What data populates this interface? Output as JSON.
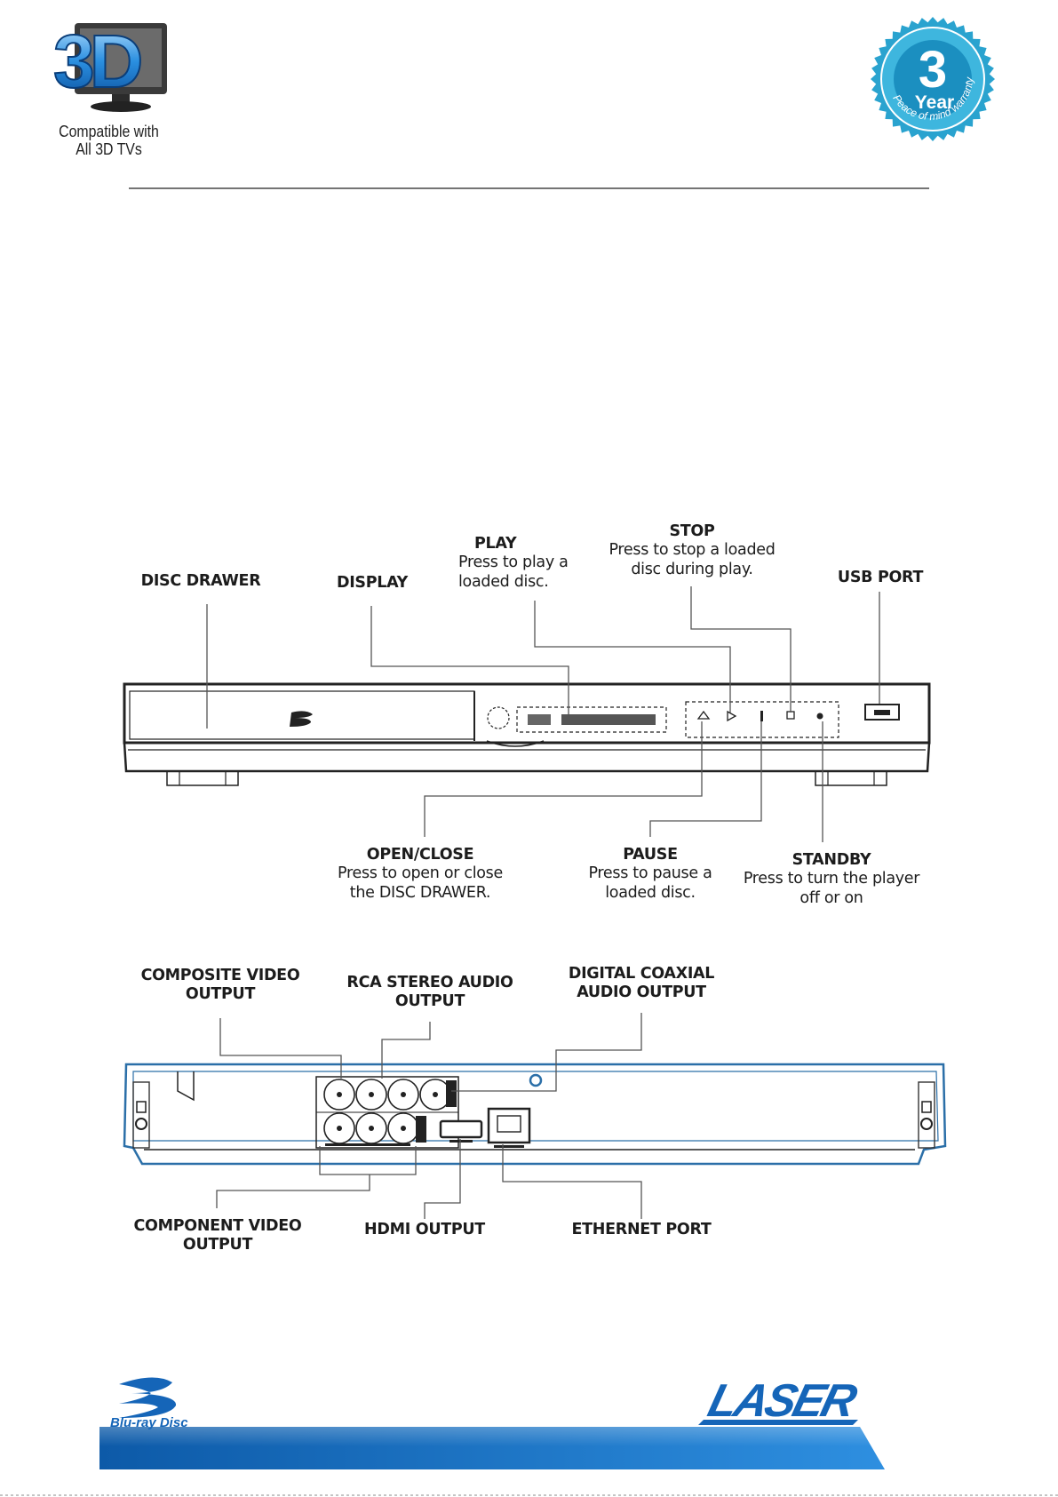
{
  "badge_3d": {
    "logo_text": "3D",
    "caption_line1": "Compatible with",
    "caption_line2": "All 3D TVs"
  },
  "warranty_seal": {
    "number": "3",
    "word": "Year",
    "arc_text": "Peace of mind warranty",
    "color": "#2aa3cf"
  },
  "front_panel_callouts": {
    "disc_drawer": {
      "title": "DISC DRAWER"
    },
    "display": {
      "title": "DISPLAY"
    },
    "play": {
      "title": "PLAY",
      "line1": "Press to play a",
      "line2": "loaded disc."
    },
    "stop": {
      "title": "STOP",
      "line1": "Press to stop a loaded",
      "line2": "disc during play."
    },
    "usb_port": {
      "title": "USB PORT"
    },
    "open_close": {
      "title": "OPEN/CLOSE",
      "line1": "Press to open or close",
      "line2": "the DISC DRAWER."
    },
    "pause": {
      "title": "PAUSE",
      "line1": "Press to pause a",
      "line2": "loaded disc."
    },
    "standby": {
      "title": "STANDBY",
      "line1": "Press to turn the player",
      "line2": "off or on"
    }
  },
  "rear_panel_callouts": {
    "composite_video": {
      "line1": "COMPOSITE VIDEO",
      "line2": "OUTPUT"
    },
    "rca_stereo_audio": {
      "line1": "RCA STEREO AUDIO",
      "line2": "OUTPUT"
    },
    "digital_coaxial": {
      "line1": "DIGITAL COAXIAL",
      "line2": "AUDIO OUTPUT"
    },
    "component_video": {
      "line1": "COMPONENT VIDEO",
      "line2": "OUTPUT"
    },
    "hdmi_output": {
      "title": "HDMI OUTPUT"
    },
    "ethernet_port": {
      "title": "ETHERNET PORT"
    }
  },
  "footer": {
    "bluray_logo_text": "Blu-ray Disc",
    "brand_logo_text": "LASER",
    "bar_color": "#1f6fb5",
    "logo_color": "#1565b8"
  }
}
